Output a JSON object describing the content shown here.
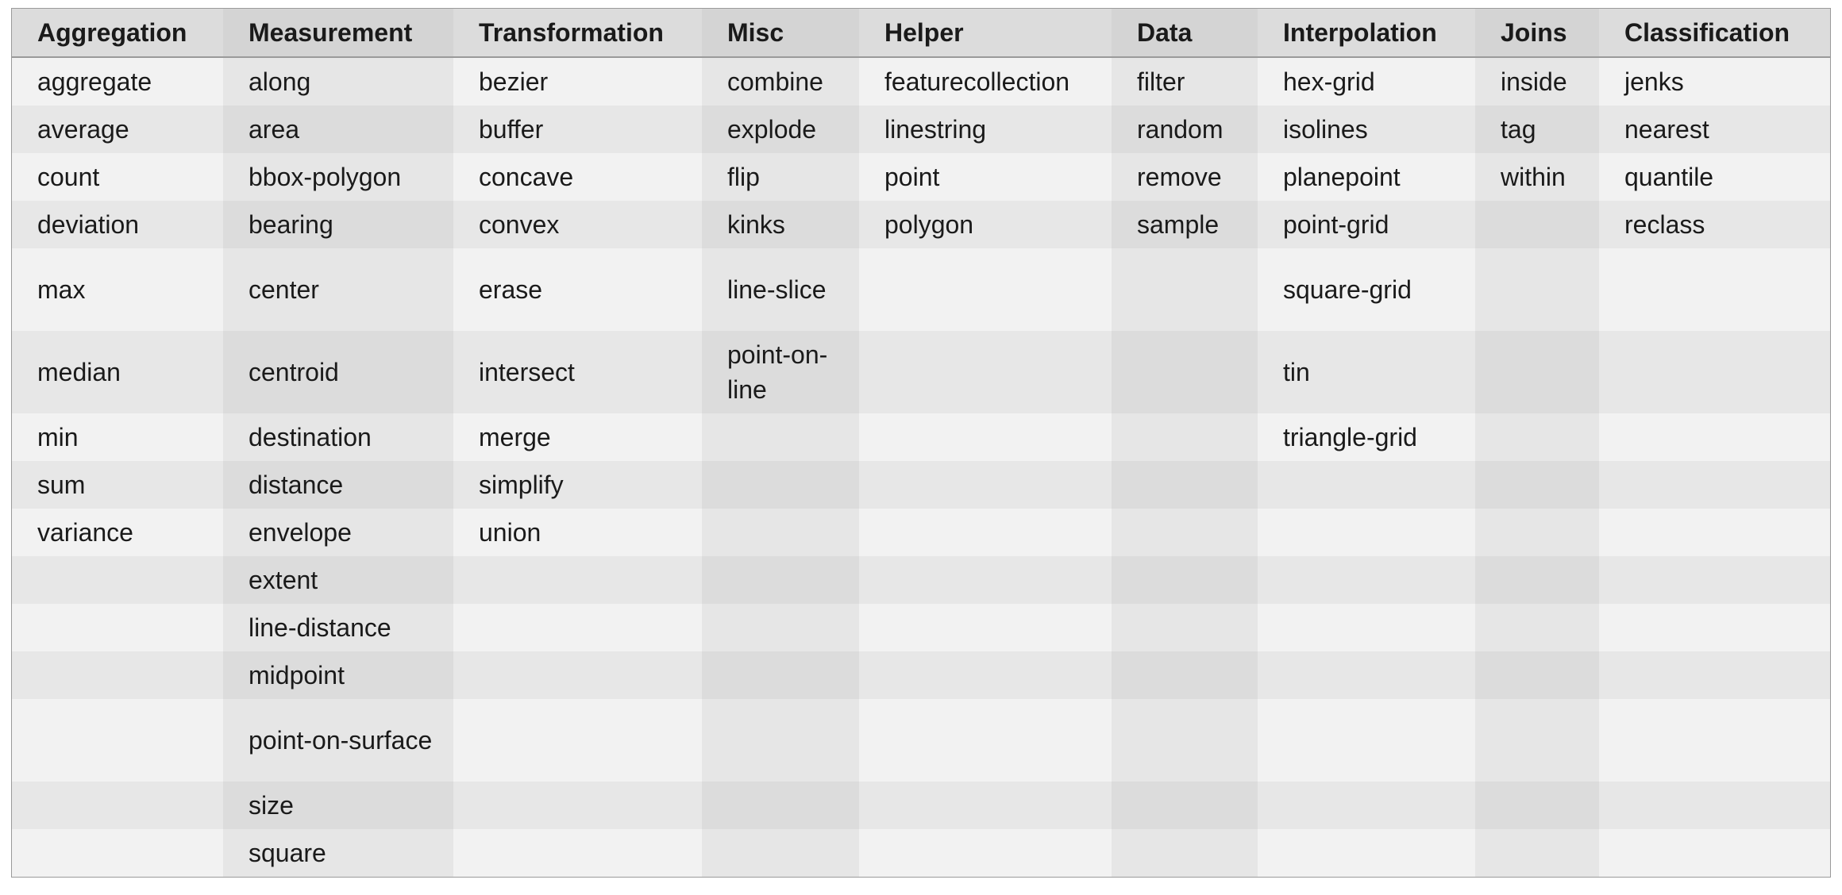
{
  "columns": [
    "Aggregation",
    "Measurement",
    "Transformation",
    "Misc",
    "Helper",
    "Data",
    "Interpolation",
    "Joins",
    "Classification"
  ],
  "rows": [
    [
      "aggregate",
      "along",
      "bezier",
      "combine",
      "featurecollection",
      "filter",
      "hex-grid",
      "inside",
      "jenks"
    ],
    [
      "average",
      "area",
      "buffer",
      "explode",
      "linestring",
      "random",
      "isolines",
      "tag",
      "nearest"
    ],
    [
      "count",
      "bbox-polygon",
      "concave",
      "flip",
      "point",
      "remove",
      "planepoint",
      "within",
      "quantile"
    ],
    [
      "deviation",
      "bearing",
      "convex",
      "kinks",
      "polygon",
      "sample",
      "point-grid",
      "",
      "reclass"
    ],
    [
      "max",
      "center",
      "erase",
      "line-slice",
      "",
      "",
      "square-grid",
      "",
      ""
    ],
    [
      "median",
      "centroid",
      "intersect",
      "point-on-line",
      "",
      "",
      "tin",
      "",
      ""
    ],
    [
      "min",
      "destination",
      "merge",
      "",
      "",
      "",
      "triangle-grid",
      "",
      ""
    ],
    [
      "sum",
      "distance",
      "simplify",
      "",
      "",
      "",
      "",
      "",
      ""
    ],
    [
      "variance",
      "envelope",
      "union",
      "",
      "",
      "",
      "",
      "",
      ""
    ],
    [
      "",
      "extent",
      "",
      "",
      "",
      "",
      "",
      "",
      ""
    ],
    [
      "",
      "line-distance",
      "",
      "",
      "",
      "",
      "",
      "",
      ""
    ],
    [
      "",
      "midpoint",
      "",
      "",
      "",
      "",
      "",
      "",
      ""
    ],
    [
      "",
      "point-on-surface",
      "",
      "",
      "",
      "",
      "",
      "",
      ""
    ],
    [
      "",
      "size",
      "",
      "",
      "",
      "",
      "",
      "",
      ""
    ],
    [
      "",
      "square",
      "",
      "",
      "",
      "",
      "",
      "",
      ""
    ]
  ]
}
